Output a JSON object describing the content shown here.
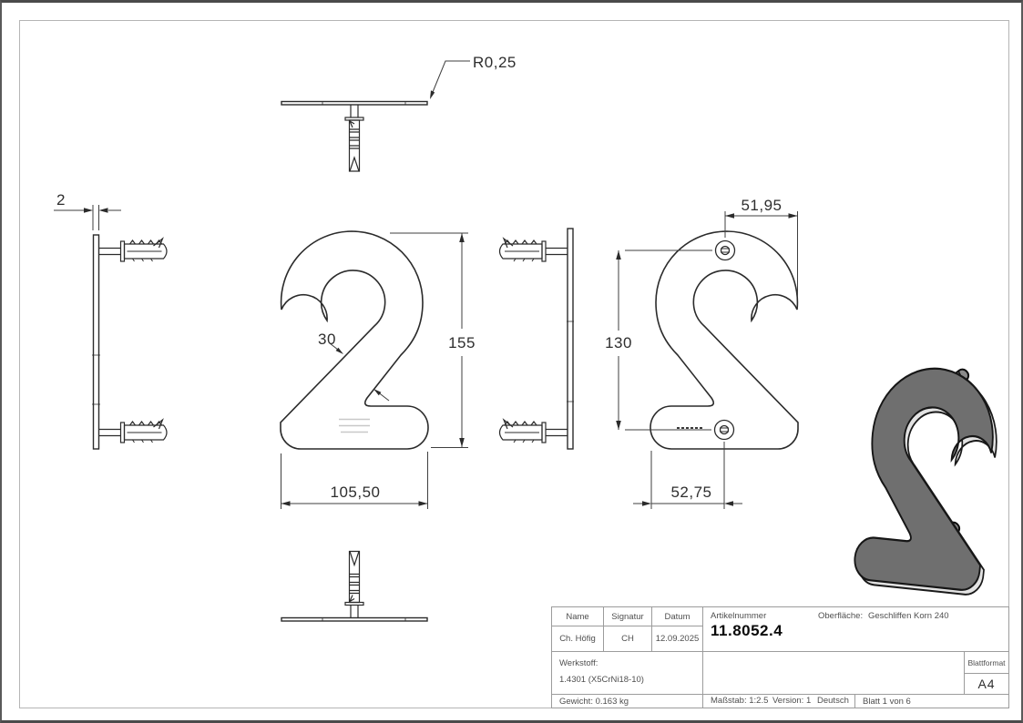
{
  "dimensions": {
    "edge_radius": "R0,25",
    "thickness": "2",
    "stroke_width": "30",
    "height": "155",
    "width": "105,50",
    "hole_offset_top": "51,95",
    "hole_spacing": "130",
    "hole_offset_bottom": "52,75"
  },
  "title_block": {
    "name_label": "Name",
    "signature_label": "Signatur",
    "date_label": "Datum",
    "article_label": "Artikelnummer",
    "article_number": "11.8052.4",
    "surface_label": "Oberfläche:",
    "surface_value": "Geschliffen Korn 240",
    "name_value": "Ch. Höfig",
    "signature_value": "CH",
    "date_value": "12.09.2025",
    "material_label": "Werkstoff:",
    "material_value": "1.4301 (X5CrNi18-10)",
    "sheet_format_label": "Blattformat",
    "sheet_format_value": "A4",
    "weight": "Gewicht: 0.163 kg",
    "scale": "Maßstab: 1:2.5",
    "version": "Version: 1",
    "language": "Deutsch",
    "sheet": "Blatt 1 von 6"
  },
  "colors": {
    "line": "#2b2b2b",
    "dim_line": "#3f3f3f",
    "faint_engraving": "#c8c8c8",
    "frame": "#b5b5b5",
    "solid_fill_3d": "#6f6f6f",
    "title_text": "#4f4f4f"
  }
}
